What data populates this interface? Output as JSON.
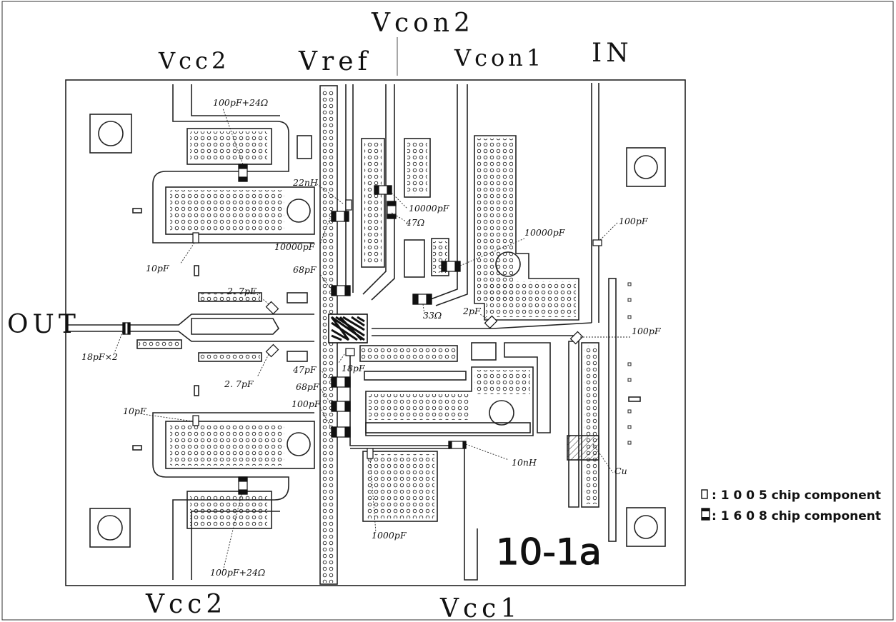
{
  "ports": {
    "vcon2": "Vcon2",
    "vcc2_top": "Vcc2",
    "vref": "Vref",
    "vcon1": "Vcon1",
    "in": "IN",
    "out": "OUT",
    "vcc2_bottom": "Vcc2",
    "vcc1": "Vcc1"
  },
  "components": {
    "c_100pf_24_top": "100pF+24Ω",
    "l_22nh": "22nH",
    "c_10000pf_a": "10000pF",
    "r_47": "47Ω",
    "c_10000pf_b": "10000pF",
    "c_10000pf_c": "10000pF",
    "c_100pf_in": "100pF",
    "c_10pf_top": "10pF",
    "c_68pf_top": "68pF",
    "c_2_7pf_top": "2. 7pF",
    "r_33": "33Ω",
    "c_2pf": "2pF",
    "c_100pf_right": "100pF",
    "c_18pf_x2": "18pF×2",
    "c_47pf": "47pF",
    "c_18pf": "18pF",
    "c_2_7pf_bot": "2. 7pF",
    "c_68pf_bot": "68pF",
    "c_10pf_bot": "10pF",
    "c_100pf_bot": "100pF",
    "l_10nh": "10nH",
    "cu": "Cu",
    "c_1000pf": "1000pF",
    "c_100pf_24_bot": "100pF+24Ω"
  },
  "board_marking": "10-1a",
  "legend": {
    "small": ": 1 0 0 5 chip component",
    "large": ": 1 6 0 8 chip component"
  }
}
